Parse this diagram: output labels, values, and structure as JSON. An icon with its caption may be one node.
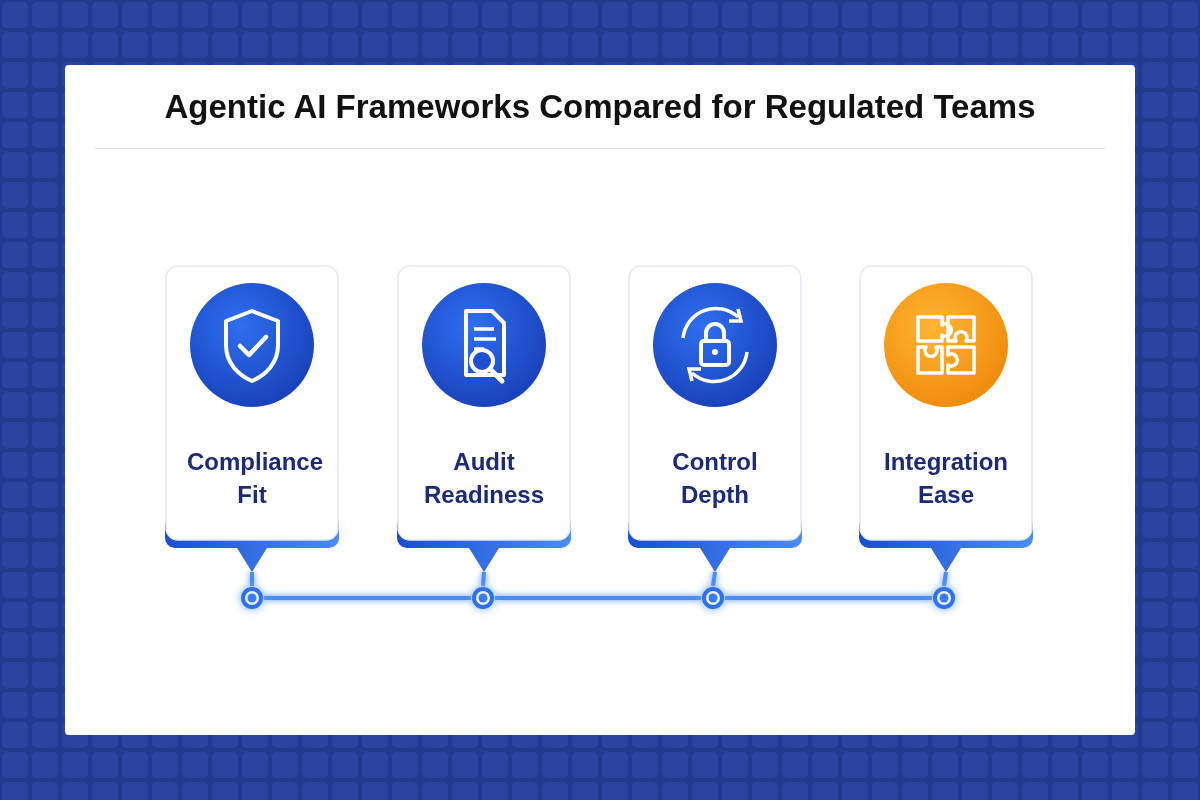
{
  "diagram": {
    "title": "Agentic AI Frameworks Compared for Regulated Teams",
    "nodes": [
      {
        "text": [
          "Compliance Fit"
        ]
      },
      {
        "text": [
          "Audit Readiness"
        ]
      },
      {
        "text": [
          "Control Depth"
        ]
      },
      {
        "text": [
          "Integration Ease"
        ]
      },
      {
        "text": [],
        "shape": "circle"
      },
      {
        "text": [],
        "shape": "circle"
      },
      {
        "text": [],
        "shape": "circle"
      },
      {
        "text": [],
        "shape": "circle"
      }
    ],
    "edges": [
      {
        "from": 0,
        "to": 4,
        "arrow": "none"
      },
      {
        "from": 1,
        "to": 5,
        "arrow": "none"
      },
      {
        "from": 2,
        "to": 6,
        "arrow": "none"
      },
      {
        "from": 3,
        "to": 7,
        "arrow": "none"
      },
      {
        "from": 4,
        "to": 5,
        "arrow": "none"
      },
      {
        "from": 5,
        "to": 6,
        "arrow": "none"
      },
      {
        "from": 6,
        "to": 7,
        "arrow": "none"
      }
    ]
  }
}
